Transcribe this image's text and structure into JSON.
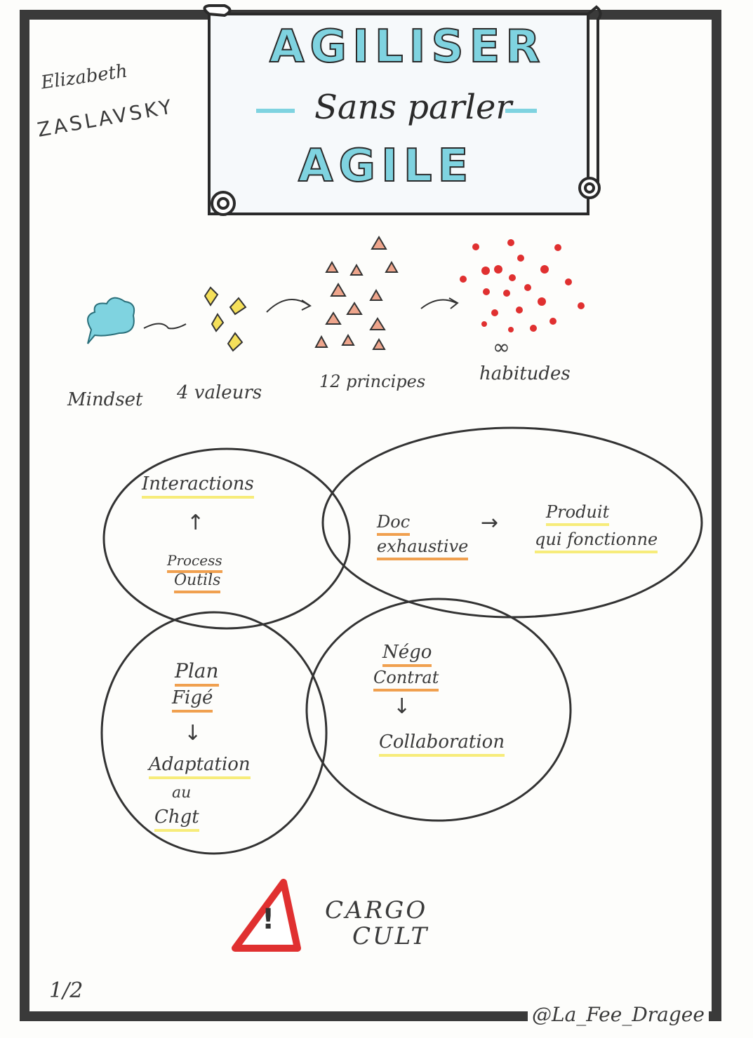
{
  "author": {
    "first": "Elizabeth",
    "last": "ZASLAVSKY"
  },
  "title": {
    "line1": "AGILISER",
    "line2": "Sans parler",
    "line3": "AGILE"
  },
  "flow": {
    "mindset": "Mindset",
    "values": "4 valeurs",
    "principles": "12 principes",
    "habits": "habitudes",
    "infinity": "∞"
  },
  "bubbles": {
    "b1": {
      "top": "Interactions",
      "arrow": "↑",
      "bottom1": "Process",
      "bottom2": "Outils"
    },
    "b2": {
      "left1": "Doc",
      "left2": "exhaustive",
      "arrow": "→",
      "right1": "Produit",
      "right2": "qui fonctionne"
    },
    "b3": {
      "top1": "Plan",
      "top2": "Figé",
      "arrow": "↓",
      "bottom1": "Adaptation",
      "bottom2": "au",
      "bottom3": "Chgt"
    },
    "b4": {
      "top1": "Négo",
      "top2": "Contrat",
      "arrow": "↓",
      "bottom": "Collaboration"
    }
  },
  "warning": {
    "symbol": "!",
    "line1": "CARGO",
    "line2": "CULT"
  },
  "page": "1/2",
  "signature": "@La_Fee_Dragee",
  "colors": {
    "cyan": "#7fd3e0",
    "yellow": "#f5e05a",
    "orange": "#f0a04f",
    "salmon": "#eea58c",
    "red": "#e03030",
    "border": "#3a3a3a"
  }
}
